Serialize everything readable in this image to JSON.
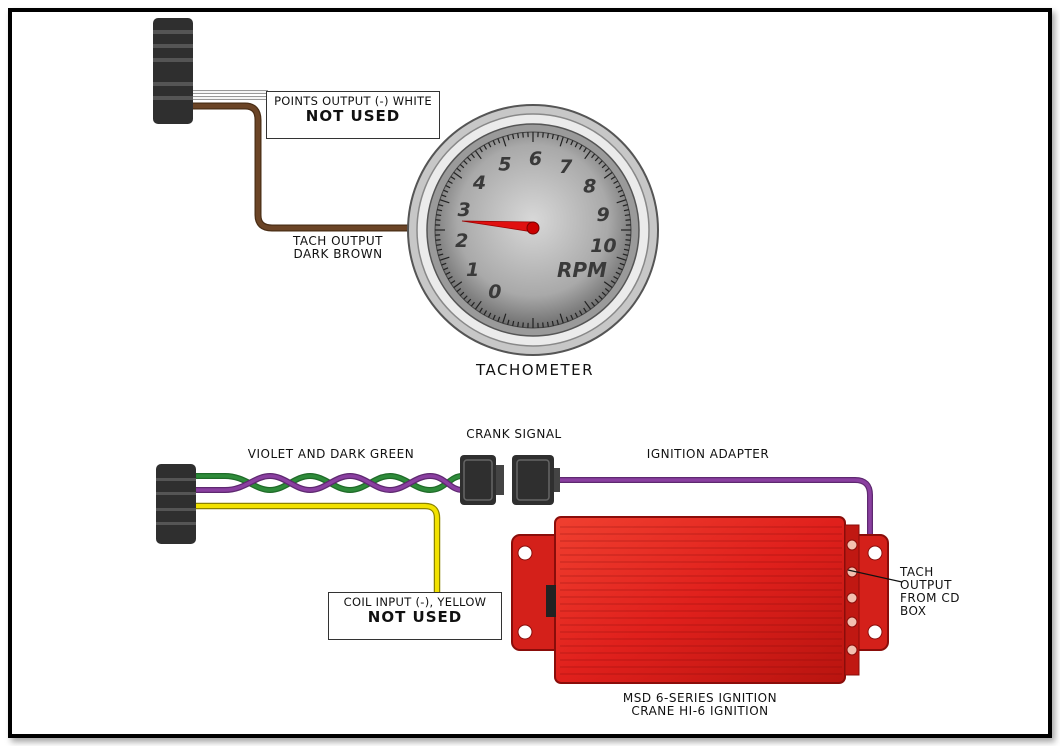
{
  "labels": {
    "points_output_line1": "POINTS OUTPUT (-) WHITE",
    "points_output_line2": "NOT USED",
    "tach_output_line1": "TACH OUTPUT",
    "tach_output_line2": "DARK BROWN",
    "tachometer": "TACHOMETER",
    "violet_green": "VIOLET AND DARK GREEN",
    "crank_signal": "CRANK SIGNAL",
    "ignition_adapter": "IGNITION ADAPTER",
    "coil_input_line1": "COIL INPUT (-), YELLOW",
    "coil_input_line2": "NOT USED",
    "tach_from_cd_line1": "TACH",
    "tach_from_cd_line2": "OUTPUT",
    "tach_from_cd_line3": "FROM CD",
    "tach_from_cd_line4": "BOX",
    "box_label_line1": "MSD 6-SERIES IGNITION",
    "box_label_line2": "CRANE HI-6 IGNITION"
  },
  "dial": {
    "numbers": [
      "0",
      "1",
      "2",
      "3",
      "4",
      "5",
      "6",
      "7",
      "8",
      "9",
      "10"
    ],
    "unit": "RPM"
  },
  "colors": {
    "white_wire": "#e8e8e8",
    "brown_wire": "#6b4426",
    "violet_wire": "#8a3fa0",
    "green_wire": "#2e8b3a",
    "yellow_wire": "#f2e200",
    "ignition_box": "#e0201c",
    "needle": "#e01010"
  }
}
